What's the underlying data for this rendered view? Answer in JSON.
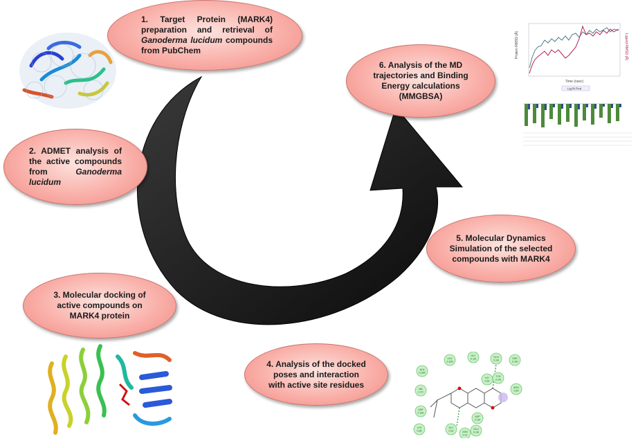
{
  "steps": [
    {
      "id": "s1",
      "parts": [
        {
          "t": "1. Target Protein (MARK4) preparation and retrieval of "
        },
        {
          "t": "Ganoderma lucidum",
          "i": true
        },
        {
          "t": " compounds from PubChem"
        }
      ]
    },
    {
      "id": "s2",
      "parts": [
        {
          "t": "2. ADMET analysis of the active compounds from "
        },
        {
          "t": "Ganoderma lucidum",
          "i": true
        }
      ]
    },
    {
      "id": "s3",
      "parts": [
        {
          "t": "3. Molecular docking of active compounds on MARK4 protein"
        }
      ]
    },
    {
      "id": "s4",
      "parts": [
        {
          "t": "4. Analysis of the docked poses and interaction with active site residues"
        }
      ]
    },
    {
      "id": "s5",
      "parts": [
        {
          "t": "5. Molecular Dynamics Simulation of the selected compounds with MARK4"
        }
      ]
    },
    {
      "id": "s6",
      "parts": [
        {
          "t": "6. Analysis of the MD trajectories and Binding Energy calculations (MMGBSA)"
        }
      ]
    }
  ],
  "md_plot": {
    "ylabel_left": "Protein RMSD (Å)",
    "ylabel_right": "Ligand RMSD (Å)",
    "xlabel": "Time (nsec)",
    "legend": "Lig fit Prot",
    "colors": {
      "protein": "#4d7c8a",
      "ligand": "#b3245a"
    }
  },
  "residues": [
    "ALA 0.395",
    "LEU 0.185",
    "GLY 0.1M",
    "GLN 0.1M",
    "SER 0.1M",
    "VAL 0.70",
    "TYR 0.1M",
    "ILE 0.62",
    "ARG 0.60",
    "ASP 0.182",
    "ASP 0.1M",
    "LYS 0.85",
    "GLY 0.62",
    "GLU 0.1M",
    "ASN 0.12"
  ],
  "colors": {
    "ellipse": "#f9b0a9",
    "arrow": "#141414"
  }
}
